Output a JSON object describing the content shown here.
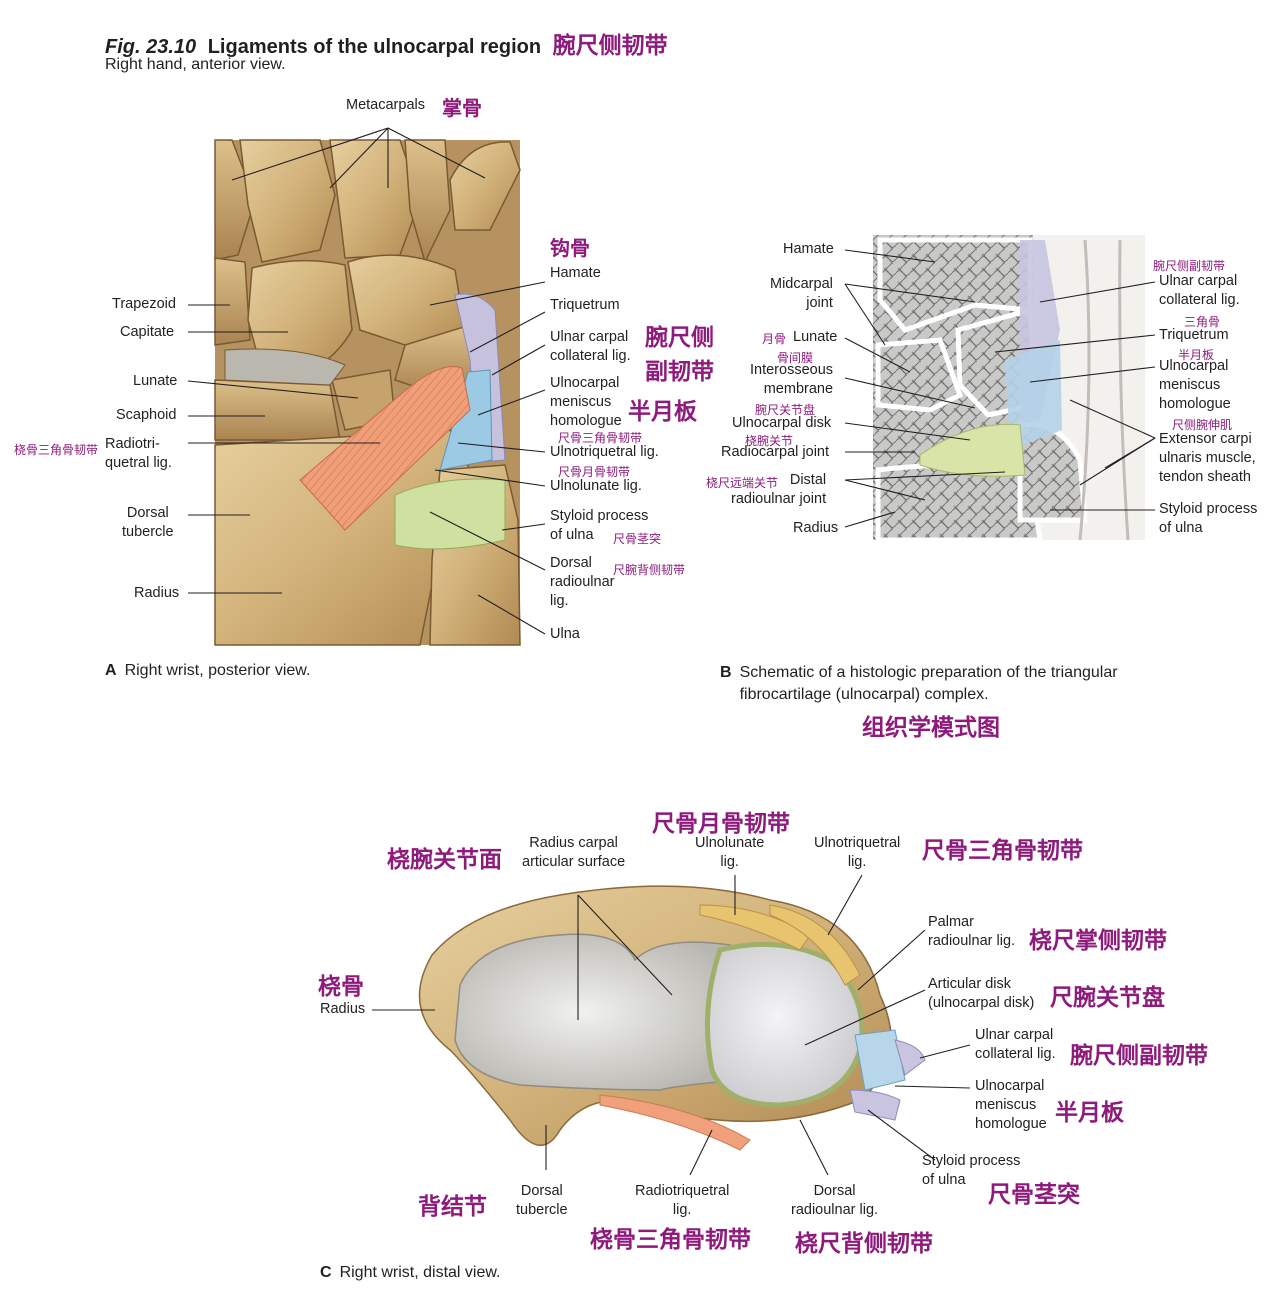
{
  "header": {
    "fig_number": "Fig. 23.10",
    "title": "Ligaments of the ulnocarpal region",
    "title_cn": "腕尺侧韧带",
    "subtitle": "Right hand, anterior view."
  },
  "panel_a": {
    "caption_letter": "A",
    "caption": "Right wrist, posterior view.",
    "labels": {
      "metacarpals": "Metacarpals",
      "metacarpals_cn": "掌骨",
      "hamate_cn": "钩骨",
      "hamate": "Hamate",
      "triquetrum": "Triquetrum",
      "ulnar_carpal_collateral": "Ulnar carpal\ncollateral lig.",
      "ulnar_carpal_collateral_cn_1": "腕尺侧",
      "ulnar_carpal_collateral_cn_2": "副韧带",
      "ulnocarpal_meniscus": "Ulnocarpal\nmeniscus\nhomologue",
      "ulnocarpal_meniscus_cn": "半月板",
      "ulnotriquetral_cn": "尺骨三角骨韧带",
      "ulnotriquetral": "Ulnotriquetral lig.",
      "ulnolunate_cn": "尺骨月骨韧带",
      "ulnolunate": "Ulnolunate lig.",
      "styloid": "Styloid process\nof ulna",
      "styloid_cn": "尺骨茎突",
      "dorsal_radioulnar": "Dorsal\nradioulnar\nlig.",
      "dorsal_radioulnar_cn": "尺腕背侧韧带",
      "ulna": "Ulna",
      "trapezoid": "Trapezoid",
      "capitate": "Capitate",
      "lunate": "Lunate",
      "scaphoid": "Scaphoid",
      "radiotriquetral_cn": "桡骨三角骨韧带",
      "radiotriquetral": "Radiotri-\nquetral lig.",
      "dorsal_tubercle": "Dorsal\ntubercle",
      "radius": "Radius"
    }
  },
  "panel_b": {
    "caption_letter": "B",
    "caption": "Schematic of a histologic preparation of the triangular\nfibrocartilage (ulnocarpal) complex.",
    "caption_cn": "组织学模式图",
    "labels": {
      "hamate": "Hamate",
      "midcarpal_joint": "Midcarpal\njoint",
      "lunate_cn": "月骨",
      "lunate": "Lunate",
      "interosseous_cn": "骨间膜",
      "interosseous": "Interosseous\nmembrane",
      "ulnocarpal_disk_cn": "腕尺关节盘",
      "ulnocarpal_disk": "Ulnocarpal disk",
      "radiocarpal_cn": "桡腕关节",
      "radiocarpal_joint": "Radiocarpal joint",
      "distal_radioulnar_cn": "桡尺远端关节",
      "distal_radioulnar": "Distal\nradioulnar joint",
      "radius": "Radius",
      "ulnar_carpal_collateral_cn": "腕尺侧副韧带",
      "ulnar_carpal_collateral": "Ulnar carpal\ncollateral lig.",
      "triquetrum_cn": "三角骨",
      "triquetrum": "Triquetrum",
      "meniscus_cn": "半月板",
      "meniscus": "Ulnocarpal\nmeniscus\nhomologue",
      "ecu_cn": "尺侧腕伸肌",
      "ecu": "Extensor carpi\nulnaris muscle,\ntendon sheath",
      "styloid": "Styloid process\nof ulna"
    }
  },
  "panel_c": {
    "caption_letter": "C",
    "caption": "Right wrist, distal view.",
    "labels": {
      "ulnolunate_cn": "尺骨月骨韧带",
      "radius_articular_cn": "桡腕关节面",
      "radius_articular": "Radius carpal\narticular surface",
      "ulnolunate": "Ulnolunate\nlig.",
      "ulnotriquetral": "Ulnotriquetral\nlig.",
      "ulnotriquetral_cn": "尺骨三角骨韧带",
      "palmar_radioulnar": "Palmar\nradioulnar lig.",
      "palmar_radioulnar_cn": "桡尺掌侧韧带",
      "articular_disk": "Articular disk\n(ulnocarpal disk)",
      "articular_disk_cn": "尺腕关节盘",
      "ulnar_carpal_collateral": "Ulnar carpal\ncollateral lig.",
      "ulnar_carpal_collateral_cn": "腕尺侧副韧带",
      "meniscus": "Ulnocarpal\nmeniscus\nhomologue",
      "meniscus_cn": "半月板",
      "styloid": "Styloid process\nof ulna",
      "styloid_cn": "尺骨茎突",
      "radius_cn": "桡骨",
      "radius": "Radius",
      "dorsal_tubercle_cn": "背结节",
      "dorsal_tubercle": "Dorsal\ntubercle",
      "radiotriquetral": "Radiotriquetral\nlig.",
      "radiotriquetral_cn": "桡骨三角骨韧带",
      "dorsal_radioulnar": "Dorsal\nradioulnar lig.",
      "dorsal_radioulnar_cn": "桡尺背侧韧带"
    }
  }
}
